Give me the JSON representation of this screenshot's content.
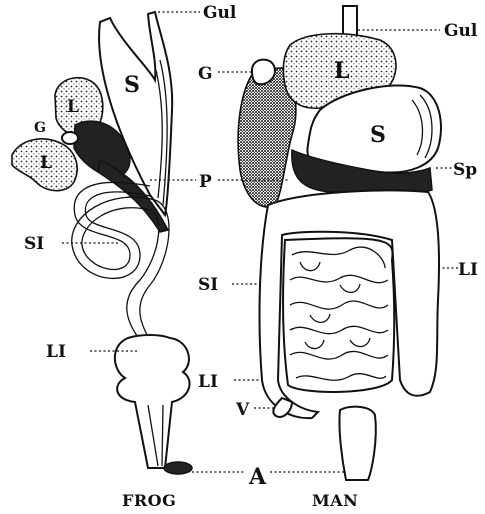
{
  "frog": {
    "caption": "FROG",
    "labels": {
      "gullet": "Gul",
      "stomach": "S",
      "liver_upper": "L",
      "gall_bladder": "G",
      "liver_lower": "L",
      "small_intestine": "SI",
      "large_intestine": "LI"
    }
  },
  "man": {
    "caption": "MAN",
    "labels": {
      "gullet": "Gul",
      "gall_bladder": "G",
      "liver": "L",
      "stomach": "S",
      "spleen": "Sp",
      "pancreas": "P",
      "small_intestine": "SI",
      "large_intestine_right": "LI",
      "large_intestine_left": "LI",
      "vermiform_appendix": "V",
      "anus": "A"
    }
  },
  "colors": {
    "ink": "#111111",
    "paper": "#ffffff"
  }
}
